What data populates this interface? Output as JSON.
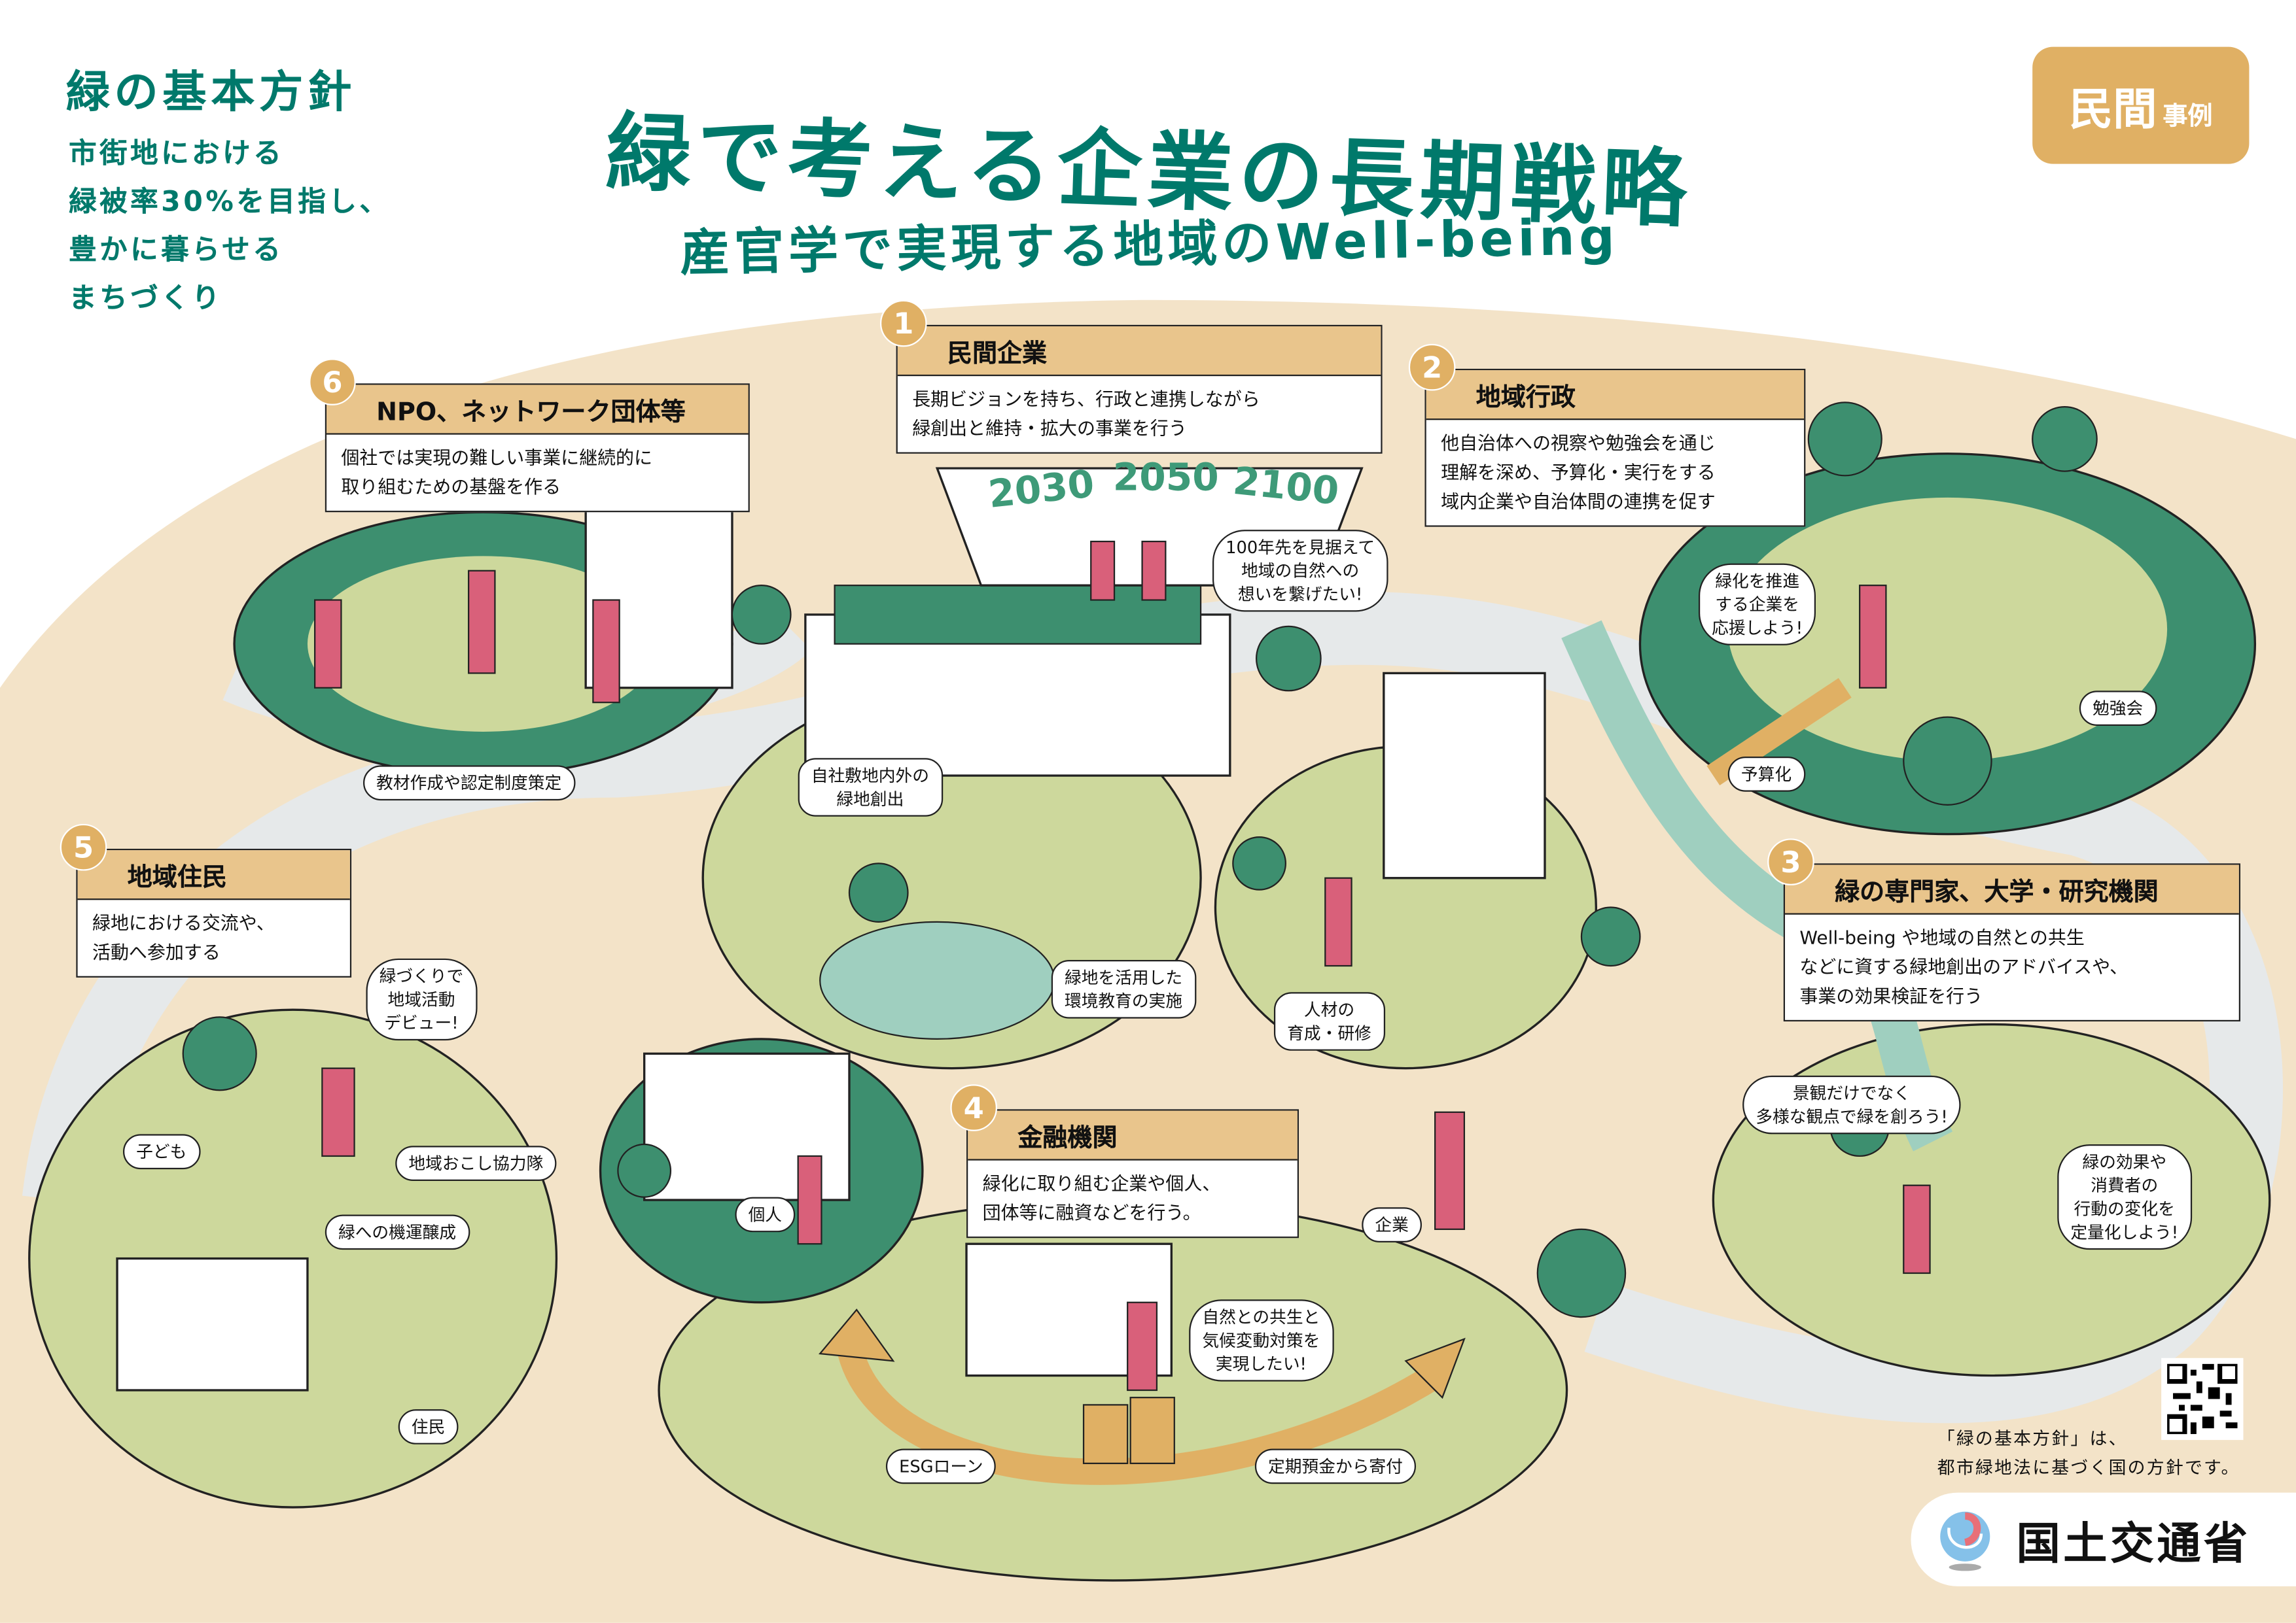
{
  "lead": {
    "title": "緑の基本方針",
    "lines": [
      "市街地における",
      "緑被率30%を目指し、",
      "豊かに暮らせる",
      "まちづくり"
    ]
  },
  "badge": {
    "main": "民間",
    "sub": "事例"
  },
  "title": "緑で考える企業の長期戦略",
  "subtitle": "産官学で実現する地域のWell-being",
  "cards": [
    {
      "num": "1",
      "title": "民間企業",
      "body": [
        "長期ビジョンを持ち、行政と連携しながら",
        "緑創出と維持・拡大の事業を行う"
      ]
    },
    {
      "num": "2",
      "title": "地域行政",
      "body": [
        "他自治体への視察や勉強会を通じ",
        "理解を深め、予算化・実行をする",
        "域内企業や自治体間の連携を促す"
      ]
    },
    {
      "num": "3",
      "title": "緑の専門家、大学・研究機関",
      "body": [
        "Well-being や地域の自然との共生",
        "などに資する緑地創出のアドバイスや、",
        "事業の効果検証を行う"
      ]
    },
    {
      "num": "4",
      "title": "金融機関",
      "body": [
        "緑化に取り組む企業や個人、",
        "団体等に融資などを行う。"
      ]
    },
    {
      "num": "5",
      "title": "地域住民",
      "body": [
        "緑地における交流や、",
        "活動へ参加する"
      ]
    },
    {
      "num": "6",
      "title": "NPO、ネットワーク団体等",
      "body": [
        "個社では実現の難しい事業に継続的に",
        "取り組むための基盤を作る"
      ]
    }
  ],
  "years": [
    "2030",
    "2050",
    "2100"
  ],
  "bubbles": {
    "future": [
      "100年先を見据えて",
      "地域の自然への",
      "想いを繋げたい!"
    ],
    "support": [
      "緑化を推進",
      "する企業を",
      "応援しよう!"
    ],
    "viewpoint": [
      "景観だけでなく",
      "多様な観点で緑を創ろう!"
    ],
    "quantify": [
      "緑の効果や",
      "消費者の",
      "行動の変化を",
      "定量化しよう!"
    ],
    "nature": [
      "自然との共生と",
      "気候変動対策を",
      "実現したい!"
    ],
    "debut": [
      "緑づくりで",
      "地域活動",
      "デビュー!"
    ]
  },
  "labels": {
    "onsite": [
      "自社敷地内外の",
      "緑地創出"
    ],
    "education": [
      "緑地を活用した",
      "環境教育の実施"
    ],
    "training": [
      "人材の",
      "育成・研修"
    ],
    "study": "勉強会",
    "budget": "予算化",
    "certification": "教材作成や認定制度策定",
    "child": "子ども",
    "cooperation": "地域おこし協力隊",
    "awareness": "緑への機運醸成",
    "resident": "住民",
    "individual": "個人",
    "company": "企業",
    "esg": "ESGローン",
    "deposit": "定期預金から寄付"
  },
  "footer": {
    "lines": [
      "「緑の基本方針」は、",
      "都市緑地法に基づく国の方針です。"
    ]
  },
  "logo": {
    "text": "国土交通省"
  },
  "colors": {
    "teal": "#00796b",
    "gold": "#e0b064",
    "beige": "#f3e3c8",
    "green": "#3d8f6f",
    "lightgreen": "#cdd89c",
    "pink": "#d9607a"
  }
}
